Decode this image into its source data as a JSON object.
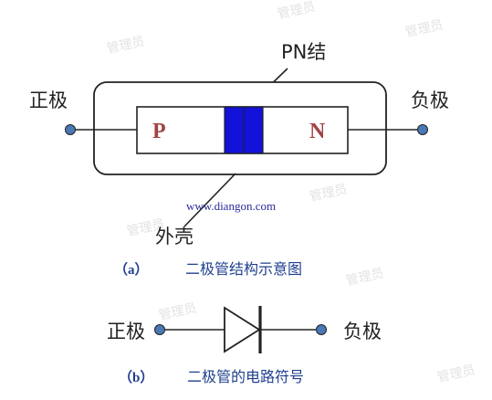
{
  "colors": {
    "line": "#222222",
    "terminal_dot": "#4a78b5",
    "p_n_text": "#a24444",
    "junction_fill": "#1212d8",
    "caption": "#1f3f8f",
    "url_text": "#2a2a9a",
    "watermark": "#e3e3e3"
  },
  "structure": {
    "pn_junction_label": "PN结",
    "anode_label": "正极",
    "cathode_label": "负极",
    "p_label": "P",
    "n_label": "N",
    "shell_label": "外壳",
    "url": "www.diangon.com",
    "caption_marker": "（a）",
    "caption_text": "二极管结构示意图"
  },
  "symbol": {
    "anode_label": "正极",
    "cathode_label": "负极",
    "caption_marker": "（b）",
    "caption_text": "二极管的电路符号"
  },
  "watermark_text": "管理员"
}
